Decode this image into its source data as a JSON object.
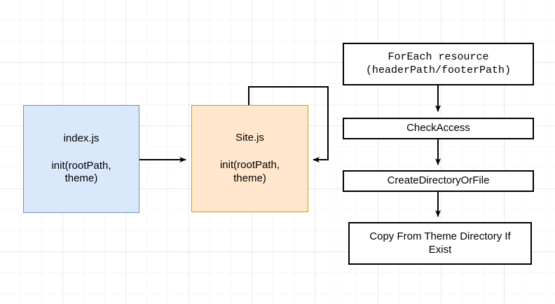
{
  "diagram": {
    "title_visible": false,
    "background": {
      "color": "#ffffff",
      "grid_minor_color": "#f7f7f7",
      "grid_major_color": "#e9e9e9"
    },
    "palette": {
      "blue_fill": "#dae8fc",
      "blue_stroke": "#6c8ebf",
      "orange_fill": "#ffe6cc",
      "orange_stroke": "#d79b00",
      "plain_fill": "#ffffff",
      "plain_stroke": "#000000",
      "edge_color": "#000000"
    },
    "nodes": {
      "index_js": {
        "title": "index.js",
        "subtitle": "init(rootPath,\ntheme)"
      },
      "site_js": {
        "title": "Site.js",
        "subtitle": "init(rootPath,\ntheme)"
      },
      "for_each": {
        "label": "ForEach resource\n(headerPath/footerPath)"
      },
      "check_access": {
        "label": "CheckAccess"
      },
      "create_directory_or_file": {
        "label": "CreateDirectoryOrFile"
      },
      "copy_from_theme": {
        "label": "Copy From Theme Directory If Exist"
      }
    },
    "edges": [
      {
        "name": "index-to-site",
        "from": "index_js",
        "to": "site_js",
        "style": "straight-arrow"
      },
      {
        "name": "site-self-loop",
        "from": "site_js",
        "to": "site_js",
        "style": "orthogonal-loop-arrow"
      },
      {
        "name": "foreach-to-checkaccess",
        "from": "for_each",
        "to": "check_access",
        "style": "straight-arrow"
      },
      {
        "name": "checkaccess-to-createdirectory",
        "from": "check_access",
        "to": "create_directory_or_file",
        "style": "straight-arrow"
      },
      {
        "name": "createdirectory-to-copytheme",
        "from": "create_directory_or_file",
        "to": "copy_from_theme",
        "style": "straight-arrow"
      }
    ]
  }
}
